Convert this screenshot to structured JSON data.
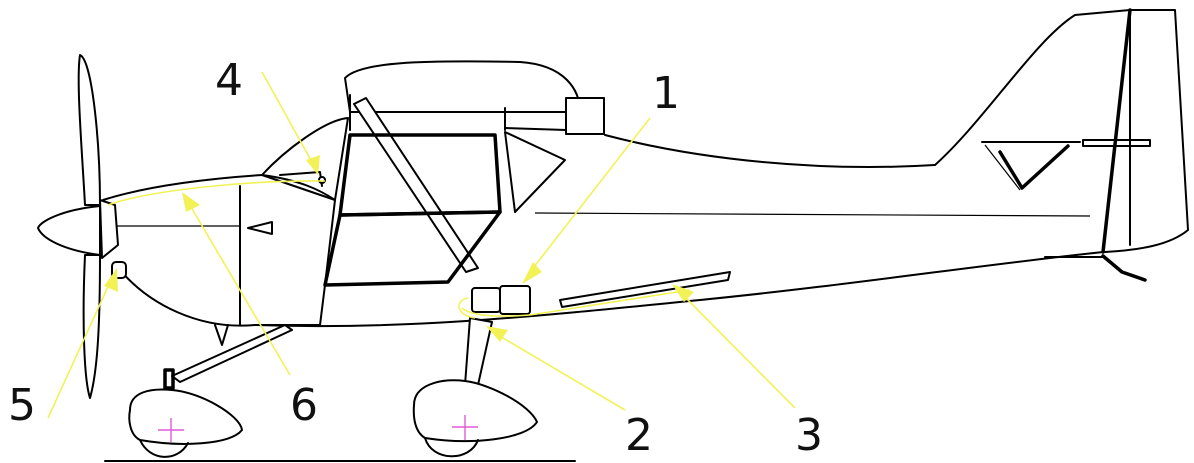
{
  "colors": {
    "outline": "#000000",
    "pointer": "#f2f257",
    "wheel_center": "#e05ad8",
    "background": "#ffffff"
  },
  "callouts": [
    {
      "id": "1",
      "label": "1"
    },
    {
      "id": "2",
      "label": "2"
    },
    {
      "id": "3",
      "label": "3"
    },
    {
      "id": "4",
      "label": "4"
    },
    {
      "id": "5",
      "label": "5"
    },
    {
      "id": "6",
      "label": "6"
    }
  ]
}
